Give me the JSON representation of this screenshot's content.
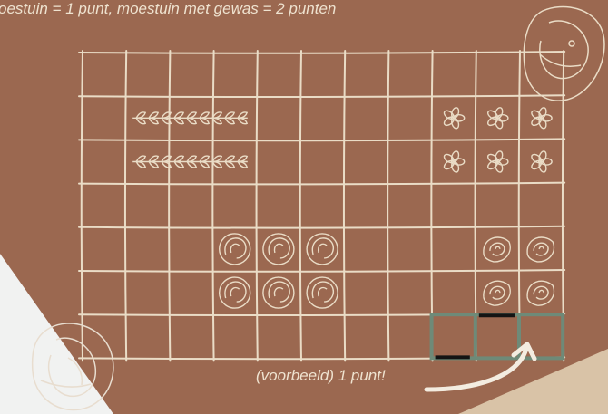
{
  "top_caption": "oestuin = 1 punt, moestuin met gewas = 2 punten",
  "example_caption": "(voorbeeld) 1 punt!",
  "grid": {
    "columns": 11,
    "rows": 7
  },
  "colors": {
    "background": "#9b6850",
    "ink": "#eadcc6",
    "fence_green": "#6e8a78",
    "fence_black": "#141414",
    "corner_light": "#f1f2f1",
    "corner_sand": "#d9c3a7"
  },
  "crops": {
    "wheat": [
      {
        "row": 1,
        "col": 1
      },
      {
        "row": 2,
        "col": 1
      }
    ],
    "flowers": [
      {
        "row": 1,
        "col": 8
      },
      {
        "row": 1,
        "col": 9
      },
      {
        "row": 1,
        "col": 10
      },
      {
        "row": 2,
        "col": 8
      },
      {
        "row": 2,
        "col": 9
      },
      {
        "row": 2,
        "col": 10
      }
    ],
    "cabbages": [
      {
        "row": 4,
        "col": 3
      },
      {
        "row": 4,
        "col": 4
      },
      {
        "row": 4,
        "col": 5
      },
      {
        "row": 5,
        "col": 3
      },
      {
        "row": 5,
        "col": 4
      },
      {
        "row": 5,
        "col": 5
      }
    ],
    "roses": [
      {
        "row": 4,
        "col": 9
      },
      {
        "row": 4,
        "col": 10
      },
      {
        "row": 5,
        "col": 9
      },
      {
        "row": 5,
        "col": 10
      }
    ]
  },
  "example_fence_cells": [
    {
      "row": 6,
      "col": 8
    },
    {
      "row": 6,
      "col": 9
    },
    {
      "row": 6,
      "col": 10
    }
  ],
  "icons": [
    "cabbage-icon",
    "arrow-icon"
  ]
}
